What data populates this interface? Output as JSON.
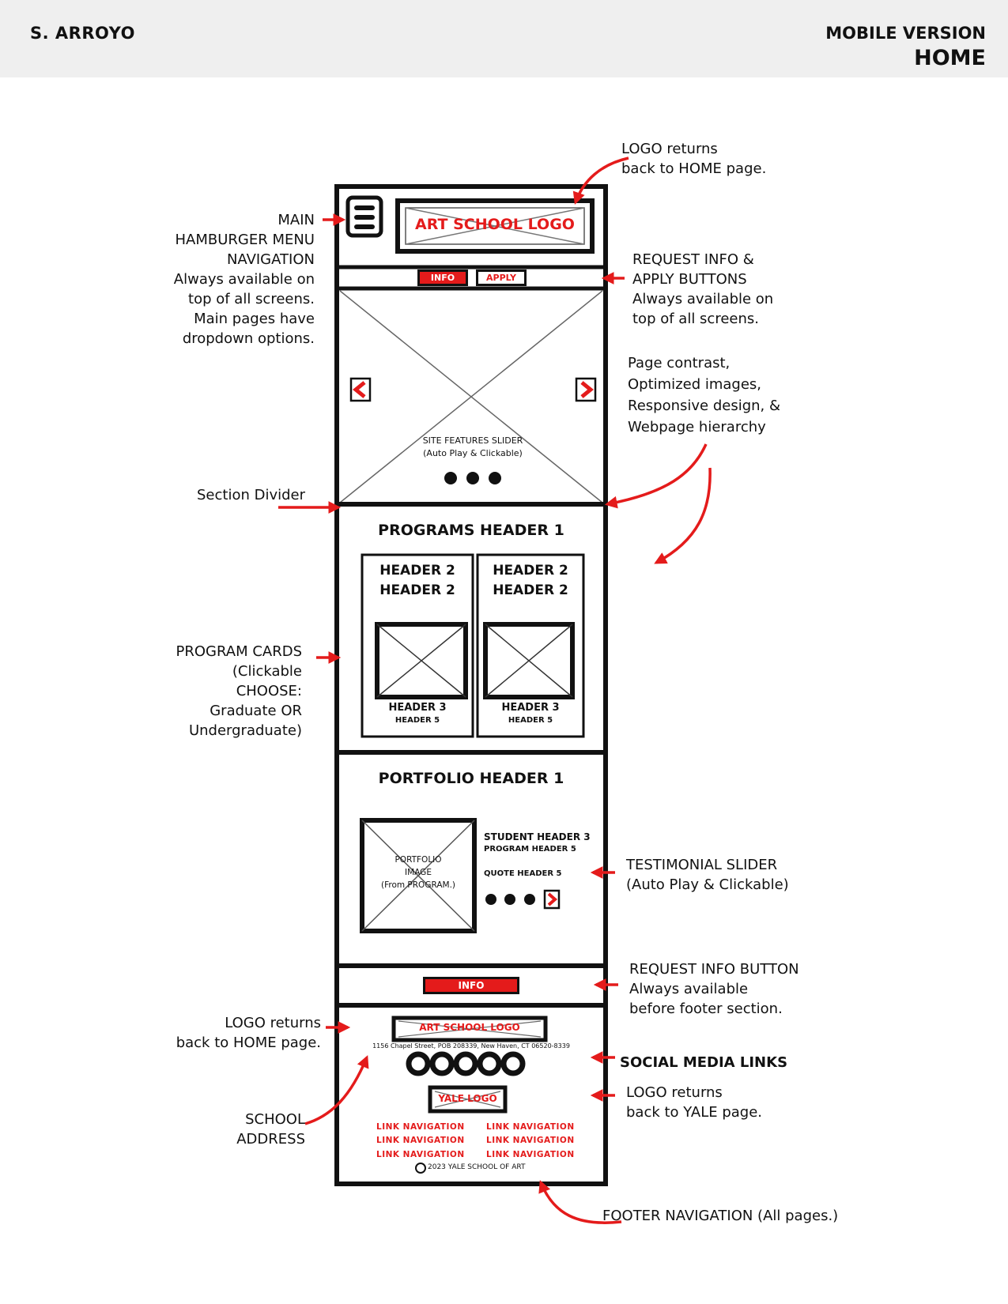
{
  "header": {
    "author": "S. ARROYO",
    "version": "MOBILE VERSION",
    "page": "HOME"
  },
  "annotations": {
    "logo_home_top": "LOGO returns\nback to HOME page.",
    "hamburger": "MAIN\nHAMBURGER MENU\nNAVIGATION\nAlways available on\ntop of all screens.\nMain pages have\ndropdown options.",
    "request_apply": "REQUEST INFO &\nAPPLY BUTTONS\nAlways available on\ntop of all screens.",
    "page_contrast": "Page contrast,\nOptimized images,\nResponsive design, &\nWebpage hierarchy",
    "section_divider": "Section Divider",
    "program_cards": "PROGRAM CARDS\n(Clickable\nCHOOSE:\nGraduate OR\nUndergraduate)",
    "testimonial": "TESTIMONIAL SLIDER\n(Auto Play & Clickable)",
    "request_info": "REQUEST INFO BUTTON\nAlways available\nbefore footer section.",
    "logo_home_footer": "LOGO returns\nback to HOME page.",
    "social": "SOCIAL MEDIA LINKS",
    "yale_logo_note": "LOGO returns\nback to YALE page.",
    "school_address": "SCHOOL\nADDRESS",
    "footer_nav": "FOOTER NAVIGATION (All pages.)"
  },
  "wireframe": {
    "logo": "ART SCHOOL LOGO",
    "info_button": "INFO",
    "apply_button": "APPLY",
    "slider_caption": "SITE FEATURES SLIDER\n(Auto Play & Clickable)",
    "programs_header": "PROGRAMS HEADER 1",
    "cards": [
      {
        "h2a": "HEADER 2",
        "h2b": "HEADER 2",
        "h3": "HEADER 3",
        "h5": "HEADER 5"
      },
      {
        "h2a": "HEADER 2",
        "h2b": "HEADER 2",
        "h3": "HEADER 3",
        "h5": "HEADER 5"
      }
    ],
    "portfolio_header": "PORTFOLIO HEADER 1",
    "portfolio_image": "PORTFOLIO\nIMAGE\n(From PROGRAM.)",
    "student_header": "STUDENT HEADER 3",
    "program_header": "PROGRAM HEADER 5",
    "quote_header": "QUOTE HEADER 5",
    "info_button_bottom": "INFO",
    "footer_logo": "ART SCHOOL LOGO",
    "address": "1156 Chapel Street, POB 208339, New Haven, CT 06520-8339",
    "yale_logo": "YALE LOGO",
    "links": [
      "LINK NAVIGATION",
      "LINK NAVIGATION",
      "LINK NAVIGATION",
      "LINK NAVIGATION",
      "LINK NAVIGATION",
      "LINK NAVIGATION"
    ],
    "copyright": "2023 YALE SCHOOL OF ART"
  },
  "colors": {
    "accent": "#e41b1b",
    "ink": "#111111",
    "header_bg": "#efefef"
  }
}
